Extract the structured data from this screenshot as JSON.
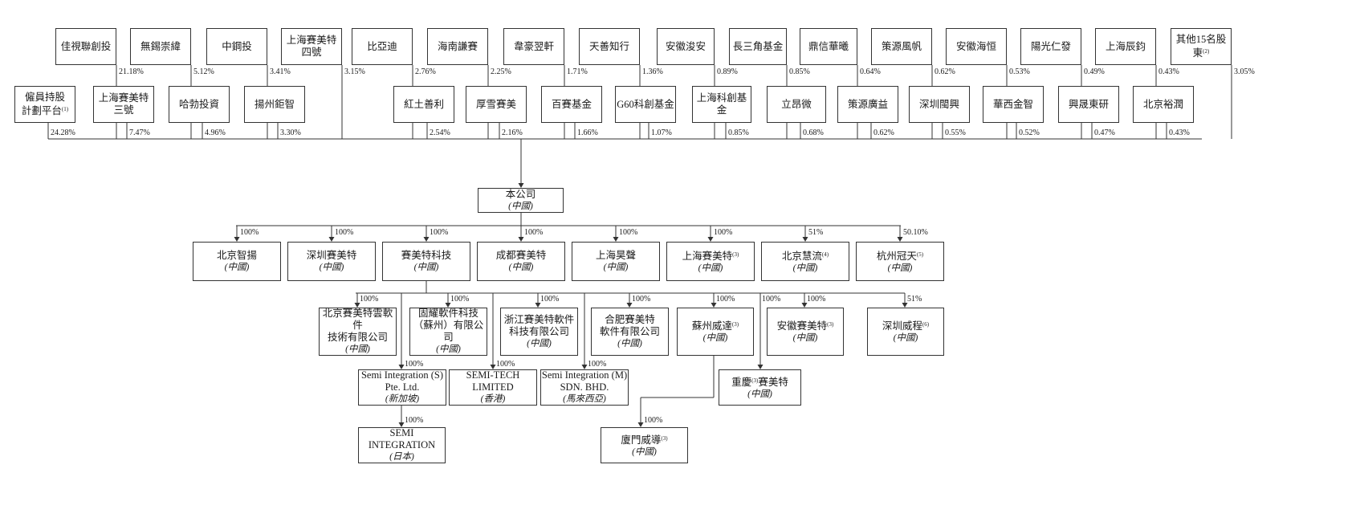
{
  "shareholders_row1": [
    {
      "name": "佳視聯創投",
      "pct": "21.18%"
    },
    {
      "name": "無錫崇緯",
      "pct": "5.12%"
    },
    {
      "name": "中鋼投",
      "pct": "3.41%"
    },
    {
      "name": "上海賽美特\n四號",
      "pct": "3.15%"
    },
    {
      "name": "比亞迪",
      "pct": "2.76%"
    },
    {
      "name": "海南謙賽",
      "pct": "2.25%"
    },
    {
      "name": "韋豪翌軒",
      "pct": "1.71%"
    },
    {
      "name": "天善知行",
      "pct": "1.36%"
    },
    {
      "name": "安徽浚安",
      "pct": "0.89%"
    },
    {
      "name": "長三角基金",
      "pct": "0.85%"
    },
    {
      "name": "鼎信華曦",
      "pct": "0.64%"
    },
    {
      "name": "策源風帆",
      "pct": "0.62%"
    },
    {
      "name": "安徽海恒",
      "pct": "0.53%"
    },
    {
      "name": "陽光仁發",
      "pct": "0.49%"
    },
    {
      "name": "上海辰鈞",
      "pct": "0.43%"
    },
    {
      "name": "其他15名股東",
      "note": "(2)",
      "pct": "3.05%"
    }
  ],
  "shareholders_row2": [
    {
      "name": "僱員持股\n計劃平台",
      "note": "(1)",
      "pct": "24.28%"
    },
    {
      "name": "上海賽美特\n三號",
      "pct": "7.47%"
    },
    {
      "name": "哈勃投資",
      "pct": "4.96%"
    },
    {
      "name": "揚州鉅智",
      "pct": "3.30%"
    },
    {
      "name": "紅土善利",
      "pct": "2.54%"
    },
    {
      "name": "厚雪賽美",
      "pct": "2.16%"
    },
    {
      "name": "百賽基金",
      "pct": "1.66%"
    },
    {
      "name": "G60科創基金",
      "pct": "1.07%"
    },
    {
      "name": "上海科創基金",
      "pct": "0.85%"
    },
    {
      "name": "立昂微",
      "pct": "0.68%"
    },
    {
      "name": "策源廣益",
      "pct": "0.62%"
    },
    {
      "name": "深圳閩興",
      "pct": "0.55%"
    },
    {
      "name": "華西金智",
      "pct": "0.52%"
    },
    {
      "name": "興晟東研",
      "pct": "0.47%"
    },
    {
      "name": "北京裕潤",
      "pct": "0.43%"
    }
  ],
  "company": {
    "name": "本公司",
    "sub": "(中國)"
  },
  "subsidiaries": [
    {
      "name": "北京智揚",
      "sub": "(中國)",
      "pct": "100%"
    },
    {
      "name": "深圳賽美特",
      "sub": "(中國)",
      "pct": "100%"
    },
    {
      "name": "賽美特科技",
      "sub": "(中國)",
      "pct": "100%"
    },
    {
      "name": "成都賽美特",
      "sub": "(中國)",
      "pct": "100%"
    },
    {
      "name": "上海昊聲",
      "sub": "(中國)",
      "pct": "100%"
    },
    {
      "name": "上海賽美特",
      "note": "(3)",
      "sub": "(中國)",
      "pct": "100%"
    },
    {
      "name": "北京慧流",
      "note": "(4)",
      "sub": "(中國)",
      "pct": "51%"
    },
    {
      "name": "杭州冠天",
      "note": "(5)",
      "sub": "(中國)",
      "pct": "50.10%"
    }
  ],
  "tech_subs": [
    {
      "name": "北京賽美特雲軟件\n技術有限公司",
      "sub": "(中國)",
      "pct": "100%"
    },
    {
      "name": "固耀軟件科技\n（蘇州）有限公司",
      "sub": "(中國)",
      "pct": "100%"
    },
    {
      "name": "浙江賽美特軟件\n科技有限公司",
      "sub": "(中國)",
      "pct": "100%"
    },
    {
      "name": "合肥賽美特\n軟件有限公司",
      "sub": "(中國)",
      "pct": "100%"
    },
    {
      "name": "蘇州威達",
      "note": "(3)",
      "sub": "(中國)",
      "pct": "100%"
    },
    {
      "name": "安徽賽美特",
      "note": "(3)",
      "sub": "(中國)",
      "pct": "100%"
    },
    {
      "name": "深圳威程",
      "note": "(6)",
      "sub": "(中國)",
      "pct": "51%"
    }
  ],
  "overseas": [
    {
      "name": "Semi Integration (S)\nPte. Ltd.",
      "sub": "(新加坡)",
      "pct": "100%"
    },
    {
      "name": "SEMI-TECH\nLIMITED",
      "sub": "(香港)",
      "pct": "100%"
    },
    {
      "name": "Semi Integration (M)\nSDN. BHD.",
      "sub": "(馬來西亞)",
      "pct": "100%"
    }
  ],
  "chongqing": {
    "name": "重慶",
    "note": "(3)",
    "name2": "賽美特",
    "sub": "(中國)",
    "pct": "100%"
  },
  "japan": {
    "name": "SEMI\nINTEGRATION",
    "sub": "(日本)",
    "pct": "100%"
  },
  "xiamen": {
    "name": "廈門威導",
    "note": "(3)",
    "sub": "(中國)",
    "pct": "100%"
  }
}
